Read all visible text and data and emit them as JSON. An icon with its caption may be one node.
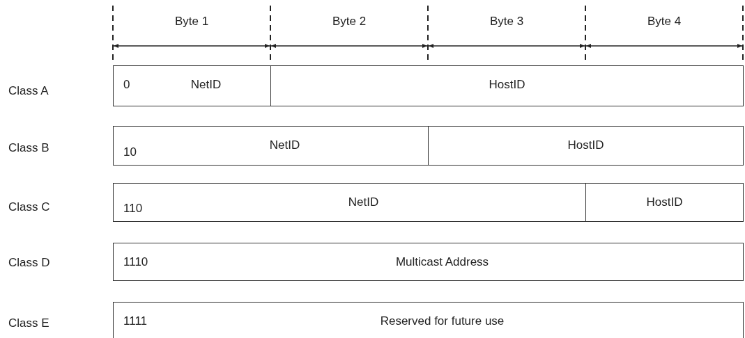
{
  "diagram": {
    "nodes": [
      {
        "text": [
          "0",
          "NetID"
        ]
      },
      {
        "text": [
          "HostID"
        ]
      },
      {
        "text": [
          "10",
          "NetID"
        ]
      },
      {
        "text": [
          "HostID"
        ]
      },
      {
        "text": [
          "110",
          "NetID"
        ]
      },
      {
        "text": [
          "HostID"
        ]
      },
      {
        "text": [
          "1110",
          "Multicast Address"
        ]
      },
      {
        "text": [
          "1111",
          "Reserved for future use"
        ]
      }
    ],
    "edges": [],
    "labels": [
      "Byte 1",
      "Byte 2",
      "Byte 3",
      "Byte 4",
      "Class A",
      "Class B",
      "Class C",
      "Class D",
      "Class E"
    ]
  }
}
